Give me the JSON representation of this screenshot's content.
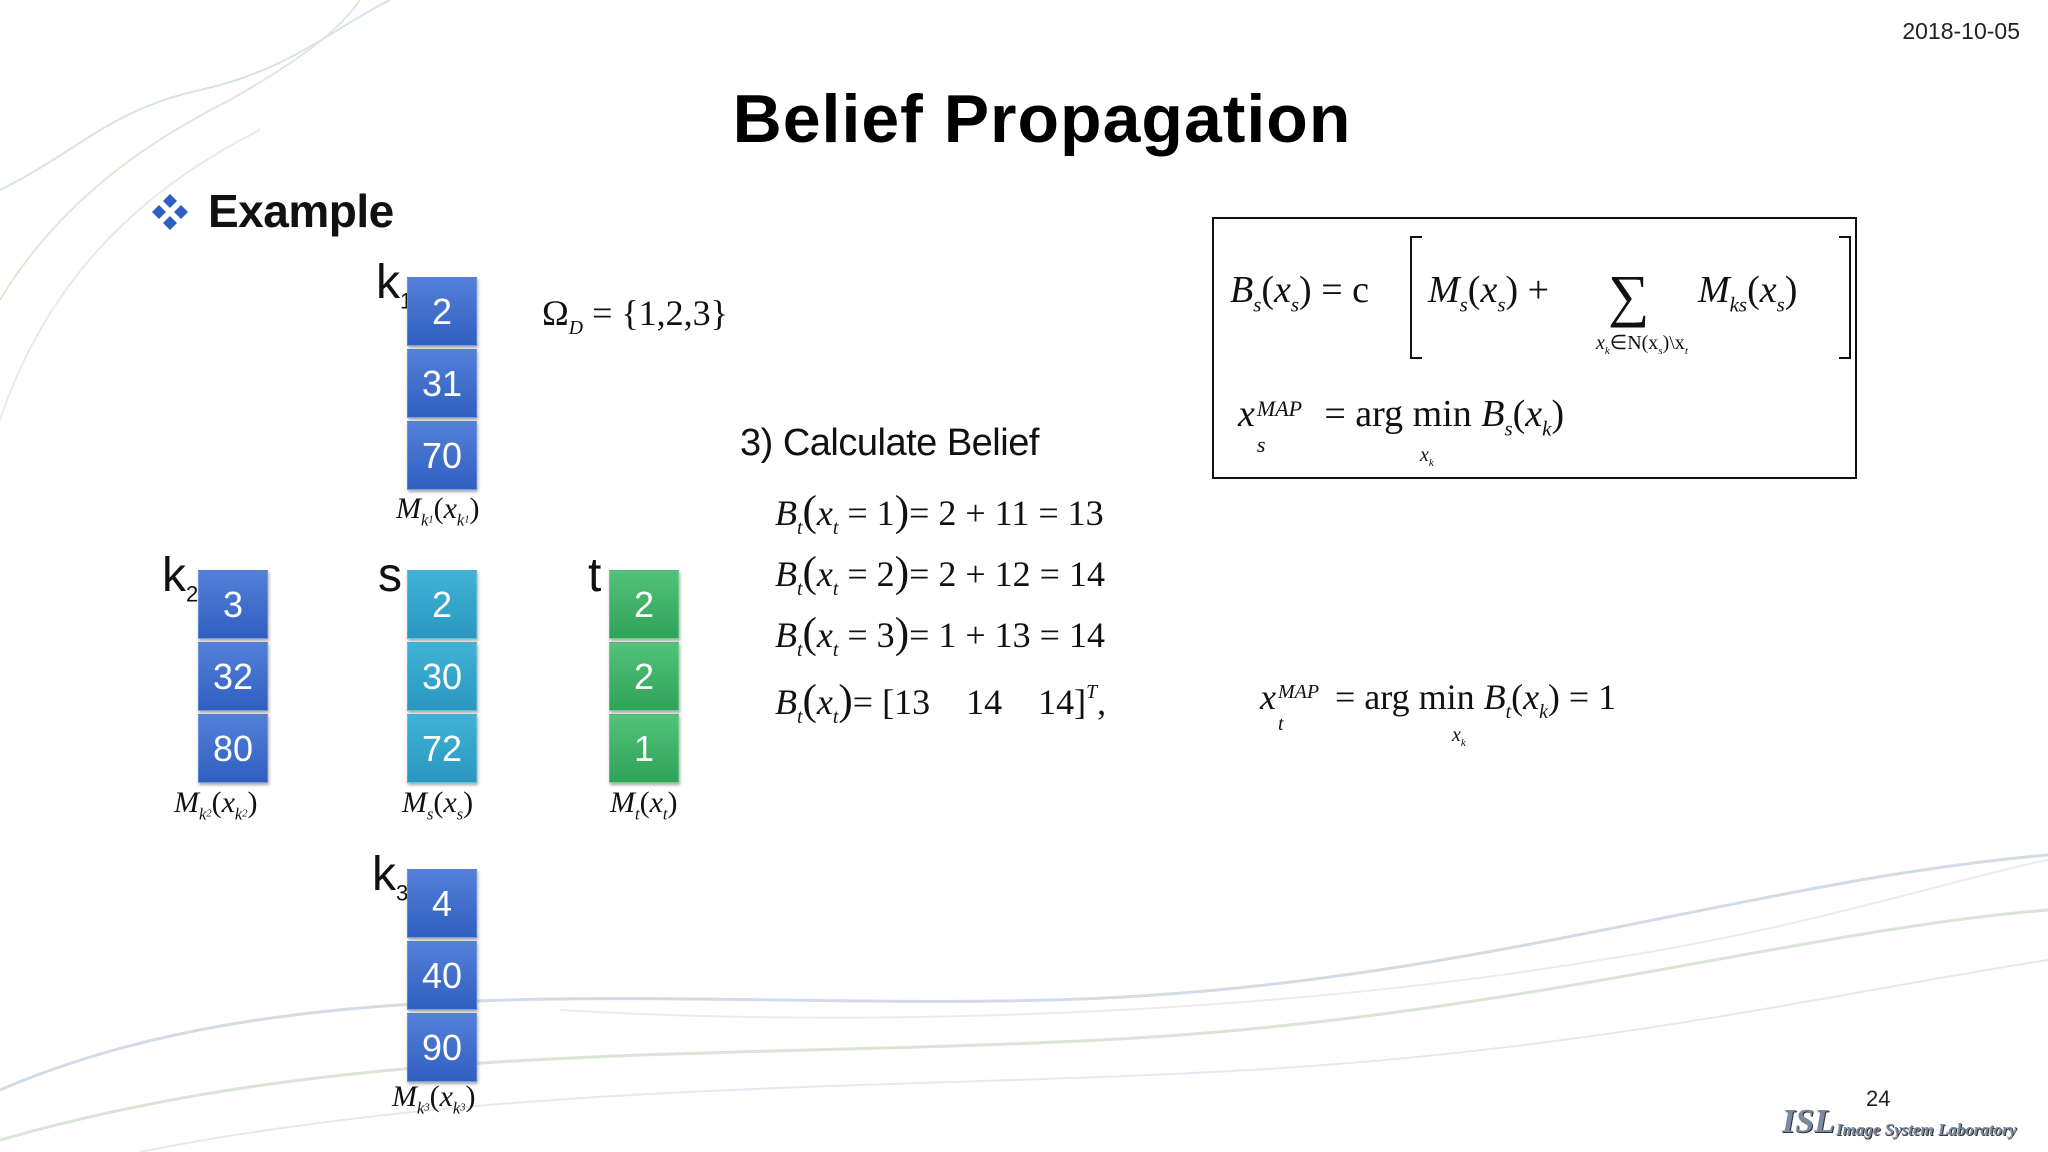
{
  "slide": {
    "date": "2018-10-05",
    "title": "Belief Propagation",
    "bullet": "Example",
    "page_number": "24",
    "logo_mark": "ISL",
    "logo_text": "Image System Laboratory"
  },
  "domain_eq": {
    "symbol": "Ω",
    "sub": "D",
    "rhs": "= {1,2,3}"
  },
  "nodes": {
    "k1": {
      "label": "k",
      "sub": "1",
      "values": [
        "2",
        "31",
        "70"
      ]
    },
    "k2": {
      "label": "k",
      "sub": "2",
      "values": [
        "3",
        "32",
        "80"
      ]
    },
    "s": {
      "label": "s",
      "values": [
        "2",
        "30",
        "72"
      ]
    },
    "t": {
      "label": "t",
      "values": [
        "2",
        "2",
        "1"
      ]
    },
    "k3": {
      "label": "k",
      "sub": "3",
      "values": [
        "4",
        "40",
        "90"
      ]
    }
  },
  "messages": {
    "k1": {
      "M": "M",
      "sub": "k",
      "subsub": "1",
      "x": "x",
      "xsub": "k",
      "xsubsub": "1"
    },
    "k2": {
      "M": "M",
      "sub": "k",
      "subsub": "2",
      "x": "x",
      "xsub": "k",
      "xsubsub": "2"
    },
    "s": {
      "M": "M",
      "sub": "s",
      "x": "x",
      "xsub": "s"
    },
    "t": {
      "M": "M",
      "sub": "t",
      "x": "x",
      "xsub": "t"
    },
    "k3": {
      "M": "M",
      "sub": "k",
      "subsub": "3",
      "x": "x",
      "xsub": "k",
      "xsubsub": "3"
    }
  },
  "section": {
    "heading": "3) Calculate Belief"
  },
  "belief_rows": [
    {
      "arg": "= 1",
      "rhs": "= 2 + 11 = 13"
    },
    {
      "arg": "= 2",
      "rhs": "= 2 + 12 = 14"
    },
    {
      "arg": "= 3",
      "rhs": "= 1 + 13 = 14"
    }
  ],
  "belief_vector": {
    "values": "13    14    14",
    "sup": "T",
    "tail": ","
  },
  "map_t": {
    "sup": "MAP",
    "sub": "t",
    "op": "= arg min",
    "under": "x",
    "undersub": "k",
    "rhs": "= 1"
  },
  "box": {
    "lhs": "B",
    "lhs_sub": "s",
    "x": "x",
    "x_sub": "s",
    "eq": "= c",
    "sum_symbol": "∑",
    "sum_under": "x",
    "sum_under_sub": "k",
    "sum_under_rest": "∈N(x",
    "sum_under_rest_sub": "s",
    "sum_under_tail": ")\\x",
    "sum_under_tail_sub": "t",
    "mks_sub": "ks",
    "map_sup": "MAP",
    "map_sub": "s",
    "map_op": "= arg min",
    "map_under": "x",
    "map_under_sub": "k"
  },
  "colors": {
    "node_blue": "#3a68c8",
    "node_teal": "#35a9cf",
    "node_green": "#3db466"
  }
}
